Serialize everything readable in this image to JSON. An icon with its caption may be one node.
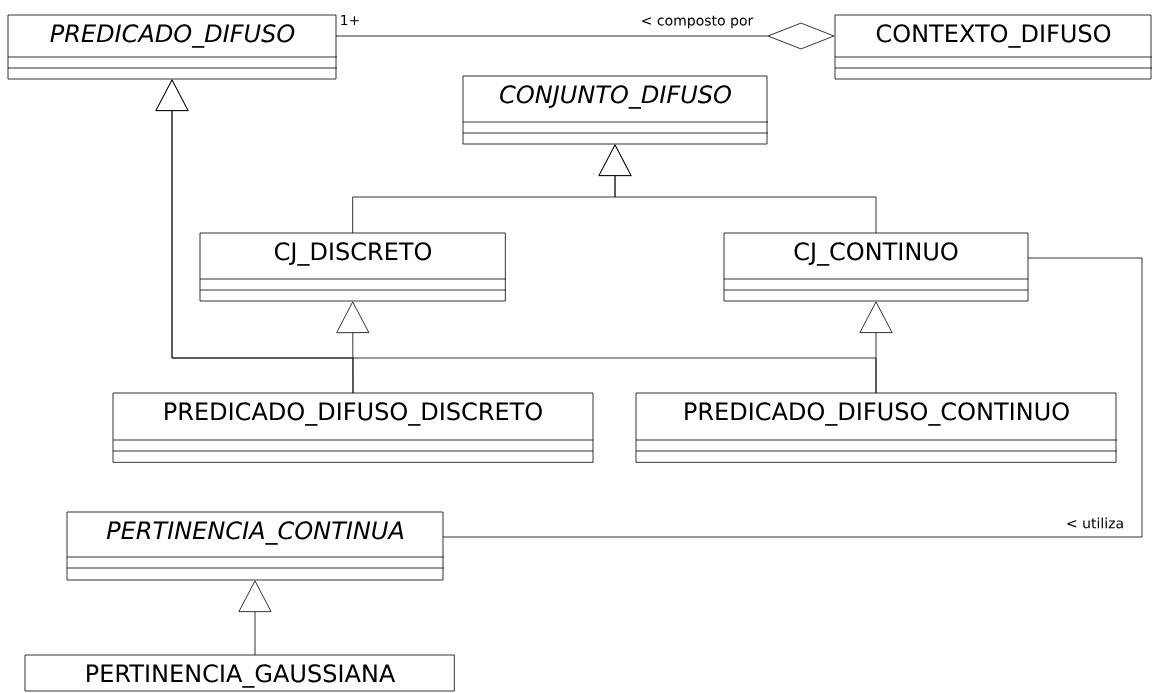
{
  "diagram": {
    "nodes": [
      {
        "text": [
          "PREDICADO_DIFUSO"
        ]
      },
      {
        "text": [
          "CONTEXTO_DIFUSO"
        ]
      },
      {
        "text": [
          "CONJUNTO_DIFUSO"
        ]
      },
      {
        "text": [
          "CJ_DISCRETO"
        ]
      },
      {
        "text": [
          "CJ_CONTINUO"
        ]
      },
      {
        "text": [
          "PREDICADO_DIFUSO_DISCRETO"
        ]
      },
      {
        "text": [
          "PREDICADO_DIFUSO_CONTINUO"
        ]
      },
      {
        "text": [
          "PERTINENCIA_CONTINUA"
        ]
      },
      {
        "text": [
          "PERTINENCIA_GAUSSIANA"
        ]
      }
    ],
    "edges": [
      {
        "from": 0,
        "to": 1,
        "arrow": "other",
        "label": "< composto por"
      },
      {
        "from": 3,
        "to": 2,
        "arrow": "to"
      },
      {
        "from": 4,
        "to": 2,
        "arrow": "to"
      },
      {
        "from": 5,
        "to": 3,
        "arrow": "to"
      },
      {
        "from": 6,
        "to": 4,
        "arrow": "to"
      },
      {
        "from": 5,
        "to": 0,
        "arrow": "to"
      },
      {
        "from": 6,
        "to": 0,
        "arrow": "to"
      },
      {
        "from": 4,
        "to": 7,
        "arrow": "none",
        "label": "< utiliza"
      },
      {
        "from": 8,
        "to": 7,
        "arrow": "to"
      }
    ],
    "labels": [
      "1+"
    ]
  }
}
